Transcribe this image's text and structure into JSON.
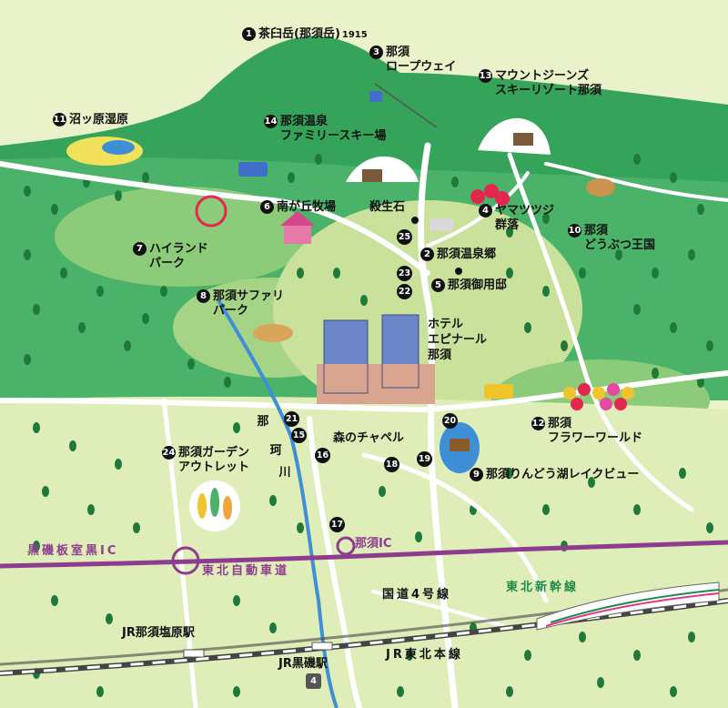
{
  "places": [
    {
      "num": "1",
      "name": "茶臼岳(那須岳)",
      "extra": "1915"
    },
    {
      "num": "2",
      "name": "那須温泉郷"
    },
    {
      "num": "3",
      "name": "那須",
      "line2": "ロープウェイ"
    },
    {
      "num": "4",
      "name": "ヤマツツジ",
      "line2": "群落"
    },
    {
      "num": "5",
      "name": "那須御用邸"
    },
    {
      "num": "6",
      "name": "南が丘牧場"
    },
    {
      "num": "7",
      "name": "ハイランド",
      "line2": "パーク"
    },
    {
      "num": "8",
      "name": "那須サファリ",
      "line2": "パーク"
    },
    {
      "num": "9",
      "name": "那須りんどう湖レイクビュー"
    },
    {
      "num": "10",
      "name": "那須",
      "line2": "どうぶつ王国"
    },
    {
      "num": "11",
      "name": "沼ッ原湿原"
    },
    {
      "num": "12",
      "name": "那須",
      "line2": "フラワーワールド"
    },
    {
      "num": "13",
      "name": "マウントジーンズ",
      "line2": "スキーリゾート那須"
    },
    {
      "num": "14",
      "name": "那須温泉",
      "line2": "ファミリースキー場"
    },
    {
      "num": "24",
      "name": "那須ガーデン",
      "line2": "アウトレット"
    }
  ],
  "route_markers": [
    "15",
    "16",
    "17",
    "18",
    "19",
    "20",
    "21",
    "22",
    "23",
    "25"
  ],
  "landmarks": {
    "sesshoseki": "殺生石",
    "hotel_1": "ホテル",
    "hotel_2": "エピナール",
    "hotel_3": "那須",
    "chapel": "森のチャペル",
    "river_chars": [
      "那",
      "珂",
      "川"
    ]
  },
  "roads": {
    "expressway": "東北自動車道",
    "route4": "国道4号線",
    "shinkansen": "東北新幹線",
    "jr_line": "JR東北本線",
    "kuroiso_itamuro_ic": "黒磯板室黒IC",
    "nasu_ic": "那須IC",
    "route_shield": "4"
  },
  "stations": {
    "nasushiobara": "JR那須塩原駅",
    "kuroiso": "JR黒磯駅"
  },
  "colors": {
    "mountain": "#35a35a",
    "forest": "#4bb26a",
    "plain": "#e9f2c8",
    "meadow": "#c9e19a",
    "expressway": "#8e3c8f",
    "river": "#3f8fd6",
    "road": "#ffffff",
    "shinkansen_label": "#1d8a4a"
  }
}
